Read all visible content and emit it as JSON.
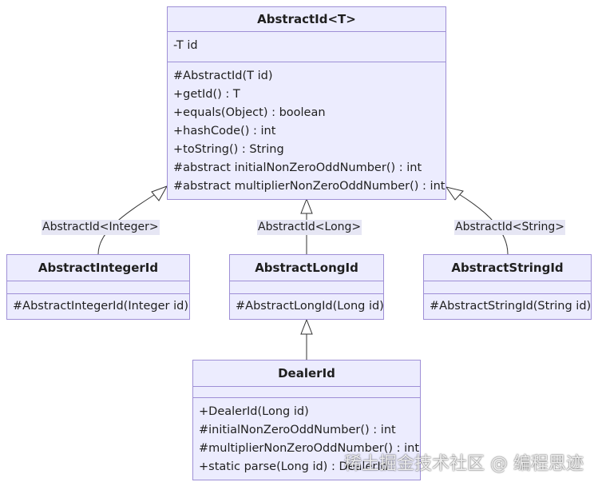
{
  "classes": {
    "abstract_id": {
      "name": "AbstractId<T>",
      "attributes": [
        "-T id"
      ],
      "methods": [
        "#AbstractId(T id)",
        "+getId() : T",
        "+equals(Object) : boolean",
        "+hashCode() : int",
        "+toString() : String",
        "#abstract initialNonZeroOddNumber() : int",
        "#abstract multiplierNonZeroOddNumber() : int"
      ]
    },
    "abstract_integer_id": {
      "name": "AbstractIntegerId",
      "attributes": [],
      "methods": [
        "#AbstractIntegerId(Integer id)"
      ]
    },
    "abstract_long_id": {
      "name": "AbstractLongId",
      "attributes": [],
      "methods": [
        "#AbstractLongId(Long id)"
      ]
    },
    "abstract_string_id": {
      "name": "AbstractStringId",
      "attributes": [],
      "methods": [
        "#AbstractStringId(String id)"
      ]
    },
    "dealer_id": {
      "name": "DealerId",
      "attributes": [],
      "methods": [
        "+DealerId(Long id)",
        "#initialNonZeroOddNumber() : int",
        "#multiplierNonZeroOddNumber() : int",
        "+static parse(Long id) : DealerId"
      ]
    }
  },
  "edges": {
    "integer_label": "AbstractId<Integer>",
    "long_label": "AbstractId<Long>",
    "string_label": "AbstractId<String>"
  },
  "watermark": "稀土掘金技术社区 @ 编程思迹",
  "colors": {
    "box_fill": "#ececfe",
    "box_border": "#9e8fd6",
    "label_bg": "#e6e6f4"
  }
}
